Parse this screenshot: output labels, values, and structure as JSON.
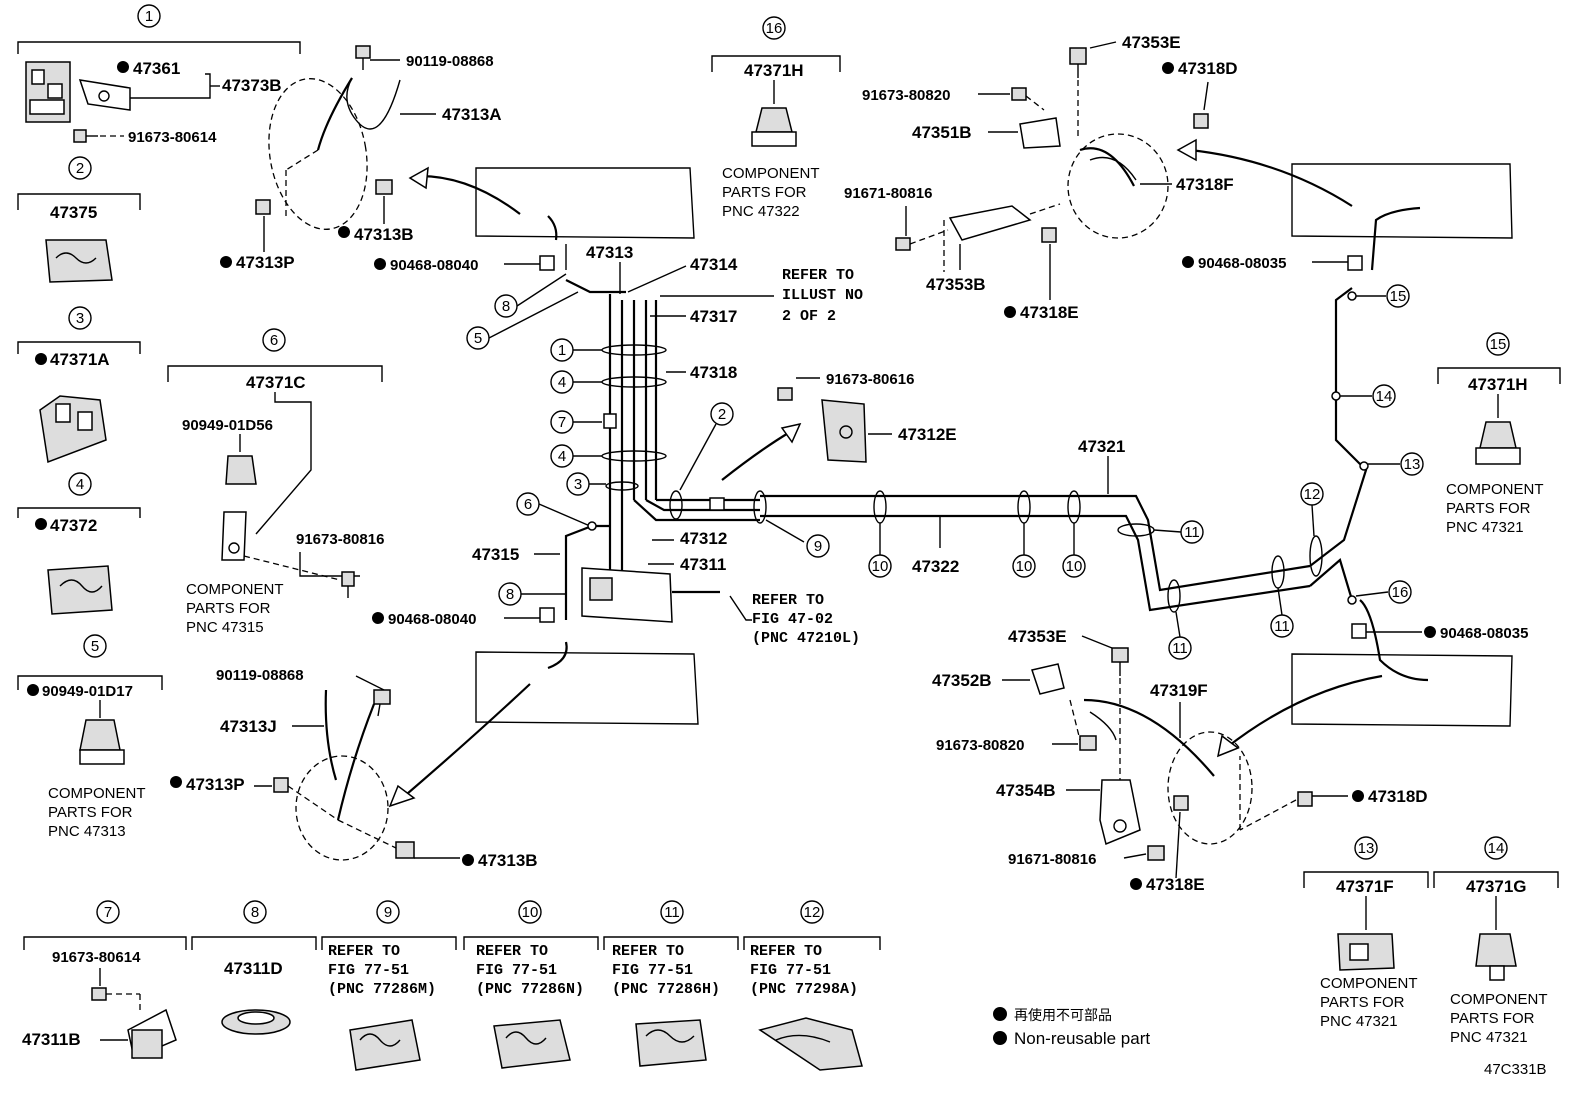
{
  "groups": {
    "g1": {
      "num": "1",
      "parts": [
        "47361",
        "47373B",
        "91673-80614"
      ]
    },
    "g2": {
      "num": "2",
      "part": "47375"
    },
    "g3": {
      "num": "3",
      "part": "47371A"
    },
    "g4": {
      "num": "4",
      "part": "47372"
    },
    "g5": {
      "num": "5",
      "part": "90949-01D17",
      "note": [
        "COMPONENT",
        "PARTS FOR",
        "PNC 47313"
      ]
    },
    "g6": {
      "num": "6",
      "part": "47371C",
      "sub": [
        "90949-01D56",
        "91673-80816"
      ],
      "note": [
        "COMPONENT",
        "PARTS FOR",
        "PNC 47315"
      ]
    },
    "g7": {
      "num": "7",
      "parts": [
        "91673-80614",
        "47311B"
      ]
    },
    "g8": {
      "num": "8",
      "part": "47311D"
    },
    "g9": {
      "num": "9",
      "ref": [
        "REFER TO",
        "FIG 77-51",
        "(PNC 77286M)"
      ]
    },
    "g10": {
      "num": "10",
      "ref": [
        "REFER TO",
        "FIG 77-51",
        "(PNC 77286N)"
      ]
    },
    "g11": {
      "num": "11",
      "ref": [
        "REFER TO",
        "FIG 77-51",
        "(PNC 77286H)"
      ]
    },
    "g12": {
      "num": "12",
      "ref": [
        "REFER TO",
        "FIG 77-51",
        "(PNC 77298A)"
      ]
    },
    "g13": {
      "num": "13",
      "part": "47371F",
      "note": [
        "COMPONENT",
        "PARTS FOR",
        "PNC 47321"
      ]
    },
    "g14": {
      "num": "14",
      "part": "47371G",
      "note": [
        "COMPONENT",
        "PARTS FOR",
        "PNC 47321"
      ]
    },
    "g15": {
      "num": "15",
      "part": "47371H",
      "note": [
        "COMPONENT",
        "PARTS FOR",
        "PNC 47321"
      ]
    },
    "g16": {
      "num": "16",
      "part": "47371H",
      "note": [
        "COMPONENT",
        "PARTS FOR",
        "PNC 47322"
      ]
    }
  },
  "labels": {
    "p90119a": "90119-08868",
    "p47313A": "47313A",
    "p47313B": "47313B",
    "p47313P": "47313P",
    "p90468a": "90468-08040",
    "p47313": "47313",
    "p47314": "47314",
    "p47317": "47317",
    "referIllust": [
      "REFER TO",
      "ILLUST NO",
      "2 OF 2"
    ],
    "p47318": "47318",
    "p91673_80616": "91673-80616",
    "p47312E": "47312E",
    "p47321": "47321",
    "p47322": "47322",
    "p47312": "47312",
    "p47311": "47311",
    "p47315": "47315",
    "p90468b": "90468-08040",
    "referFig": [
      "REFER TO",
      "FIG 47-02",
      "(PNC 47210L)"
    ],
    "p90119b": "90119-08868",
    "p47313J": "47313J",
    "p47313P2": "47313P",
    "p47313B2": "47313B",
    "p47353E": "47353E",
    "p47318D": "47318D",
    "p91673_80820": "91673-80820",
    "p47351B": "47351B",
    "p47318F": "47318F",
    "p91671_80816": "91671-80816",
    "p47353B": "47353B",
    "p47318E": "47318E",
    "p90468c": "90468-08035",
    "p90468d": "90468-08035",
    "p47353E2": "47353E",
    "p47352B": "47352B",
    "p47319F": "47319F",
    "p91673_80820b": "91673-80820",
    "p47354B": "47354B",
    "p47318D2": "47318D",
    "p91671_80816b": "91671-80816",
    "p47318E2": "47318E"
  },
  "legend": {
    "cn": "再使用不可部品",
    "en": "Non-reusable part"
  },
  "figure_code": "47C331B"
}
